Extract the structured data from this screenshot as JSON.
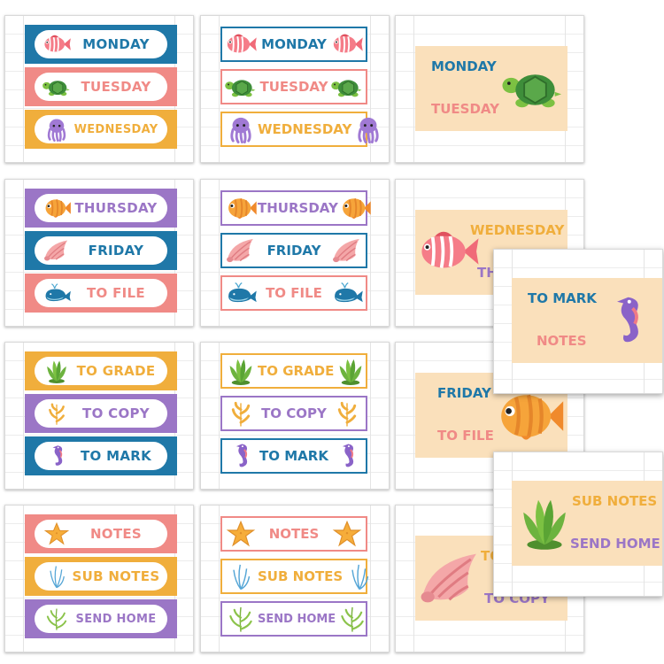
{
  "colors": {
    "blue": "#1f78a8",
    "pink": "#f08a86",
    "yellow": "#f0ae3c",
    "purple": "#9b76c6",
    "card_bg": "#fae0bb"
  },
  "labels": {
    "monday": "MONDAY",
    "tuesday": "TUESDAY",
    "wednesday": "WEDNESDAY",
    "thursday": "THURSDAY",
    "friday": "FRIDAY",
    "to_file": "TO FILE",
    "to_grade": "TO GRADE",
    "to_copy": "TO COPY",
    "to_mark": "TO MARK",
    "notes": "NOTES",
    "sub_notes": "SUB NOTES",
    "send_home": "SEND HOME"
  },
  "icons": [
    "fish-icon",
    "turtle-icon",
    "octopus-icon",
    "yellow-fish-icon",
    "shell-icon",
    "whale-icon",
    "seaweed-icon",
    "coral-icon",
    "seahorse-icon",
    "starfish-icon",
    "sea-grass-icon",
    "plant-icon"
  ]
}
